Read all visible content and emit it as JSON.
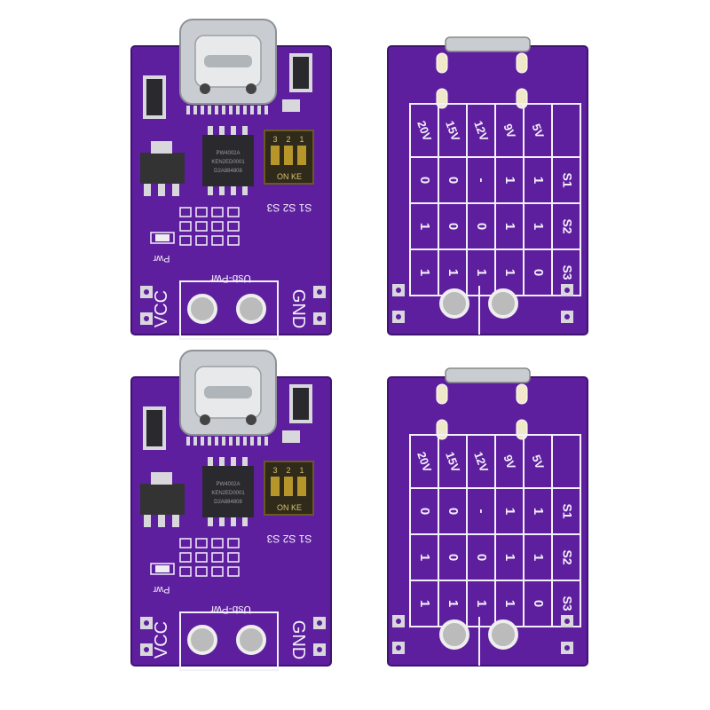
{
  "colors": {
    "pcb": "#5e1f9e",
    "pcb_edge": "#3f1470",
    "silk": "#f4f0fb",
    "pad": "#d8d8dc",
    "chip": "#2a2a2e",
    "connector": "#c9cdd1"
  },
  "front": {
    "chip_text": [
      "PW4002A",
      "KEN2ED0001",
      "D2A884808"
    ],
    "switch_numbers": [
      "3",
      "2",
      "1"
    ],
    "switch_text": "ON KE",
    "switch_labels": "S1 S2 S3",
    "pwr_label": "Pwr",
    "usb_label": "Usb-Pwr",
    "vcc_label": "VCC",
    "gnd_label": "GND"
  },
  "back": {
    "headers": [
      "20V",
      "15V",
      "12V",
      "9V",
      "5V"
    ],
    "rows": [
      {
        "label": "S1",
        "values": [
          "0",
          "0",
          "-",
          "1",
          "1"
        ]
      },
      {
        "label": "S2",
        "values": [
          "1",
          "0",
          "0",
          "1",
          "1"
        ]
      },
      {
        "label": "S3",
        "values": [
          "1",
          "1",
          "1",
          "1",
          "0"
        ]
      }
    ]
  }
}
